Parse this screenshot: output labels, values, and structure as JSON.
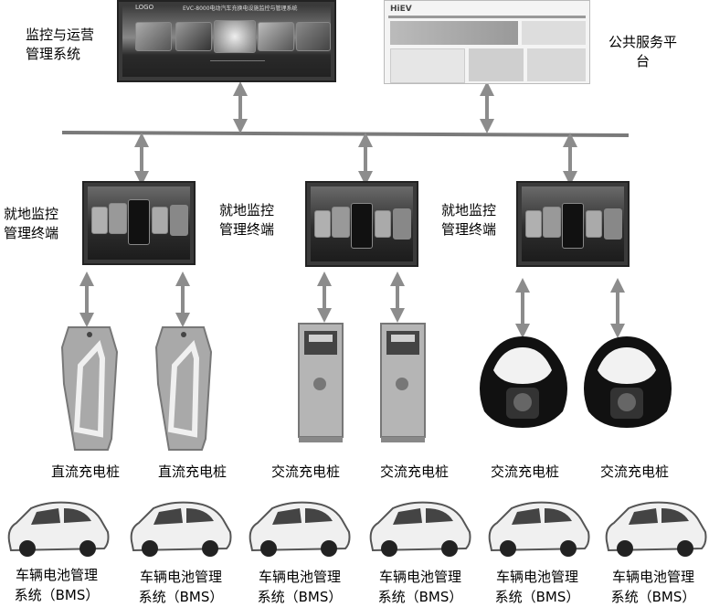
{
  "top": {
    "monitor_label": "监控与运营管理系统",
    "monitor_label_line1": "监控与运营",
    "monitor_label_line2": "管理系统",
    "monitor_screen_logo": "LOGO",
    "monitor_screen_title": "EVC-8000电动汽车充换电设施监控与管理系统",
    "public_label_line1": "公共服务平",
    "public_label_line2": "台",
    "public_site_logo": "HiEV"
  },
  "terminals": [
    {
      "line1": "就地监控",
      "line2": "管理终端"
    },
    {
      "line1": "就地监控",
      "line2": "管理终端"
    },
    {
      "line1": "就地监控",
      "line2": "管理终端"
    }
  ],
  "chargers": [
    {
      "label": "直流充电桩",
      "kind": "dc"
    },
    {
      "label": "直流充电桩",
      "kind": "dc"
    },
    {
      "label": "交流充电桩",
      "kind": "ac-kiosk"
    },
    {
      "label": "交流充电桩",
      "kind": "ac-kiosk"
    },
    {
      "label": "交流充电桩",
      "kind": "ac-wall"
    },
    {
      "label": "交流充电桩",
      "kind": "ac-wall"
    }
  ],
  "cars": [
    {
      "line1": "车辆电池管理",
      "line2": "系统（BMS）"
    },
    {
      "line1": "车辆电池管理",
      "line2": "系统（BMS）"
    },
    {
      "line1": "车辆电池管理",
      "line2": "系统（BMS）"
    },
    {
      "line1": "车辆电池管理",
      "line2": "系统（BMS）"
    },
    {
      "line1": "车辆电池管理",
      "line2": "系统（BMS）"
    },
    {
      "line1": "车辆电池管理",
      "line2": "系统（BMS）"
    }
  ],
  "colors": {
    "arrow": "#8c8c8c",
    "bus": "#7a7a7a",
    "screen_bg": "#2e2e2e"
  }
}
